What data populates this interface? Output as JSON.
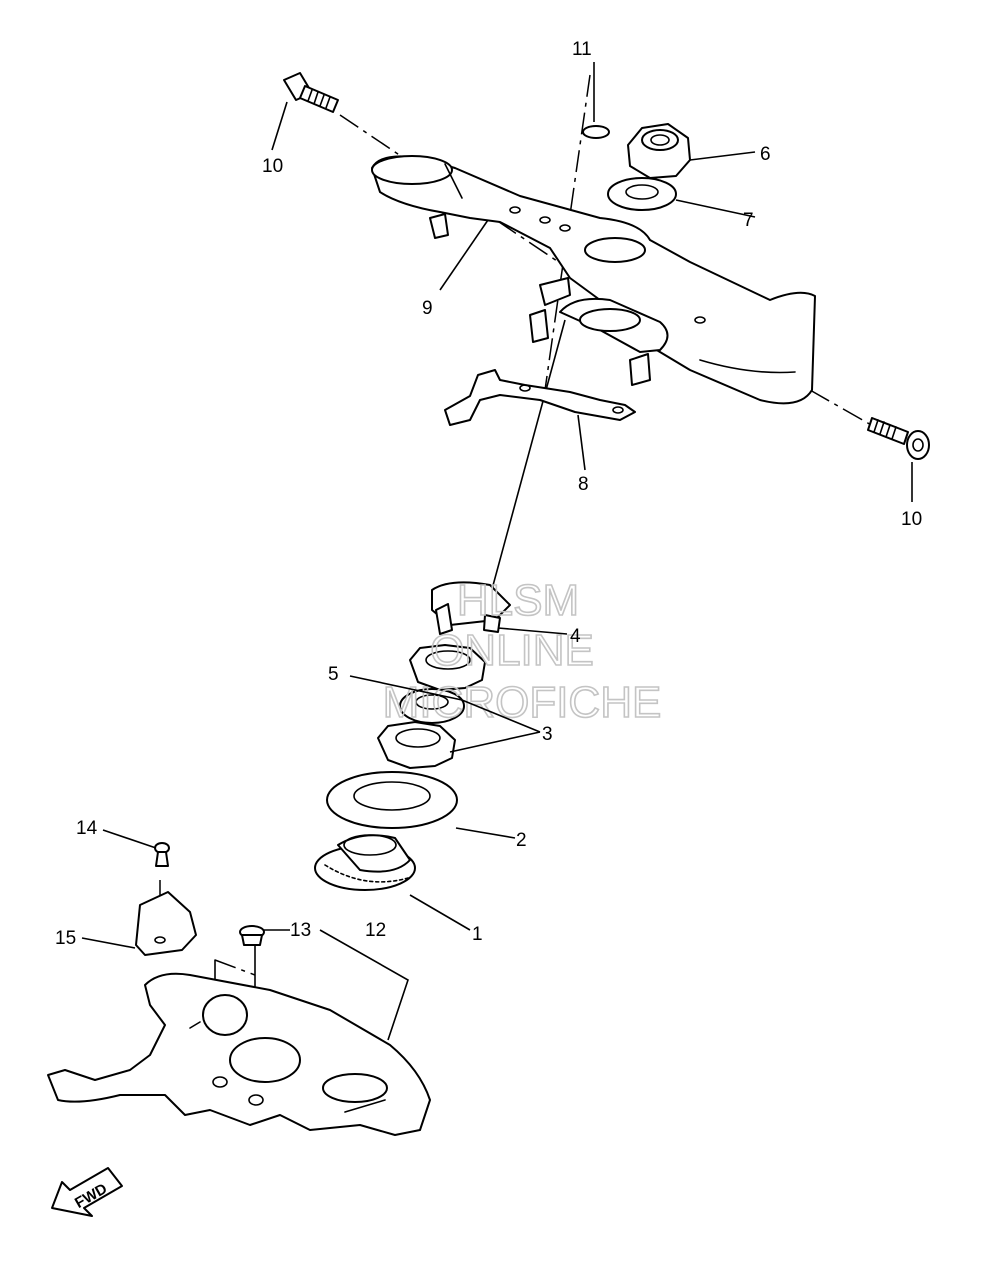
{
  "callouts": {
    "c1": "1",
    "c2": "2",
    "c3": "3",
    "c4": "4",
    "c5": "5",
    "c6": "6",
    "c7": "7",
    "c8": "8",
    "c9": "9",
    "c10a": "10",
    "c10b": "10",
    "c11": "11",
    "c12": "12",
    "c13": "13",
    "c14": "14",
    "c15": "15"
  },
  "watermark": {
    "line1": "HLSM",
    "line2": "ONLINE",
    "line3": "MICROFICHE"
  },
  "direction": {
    "label": "FWD",
    "icon": "forward-arrow-icon"
  }
}
